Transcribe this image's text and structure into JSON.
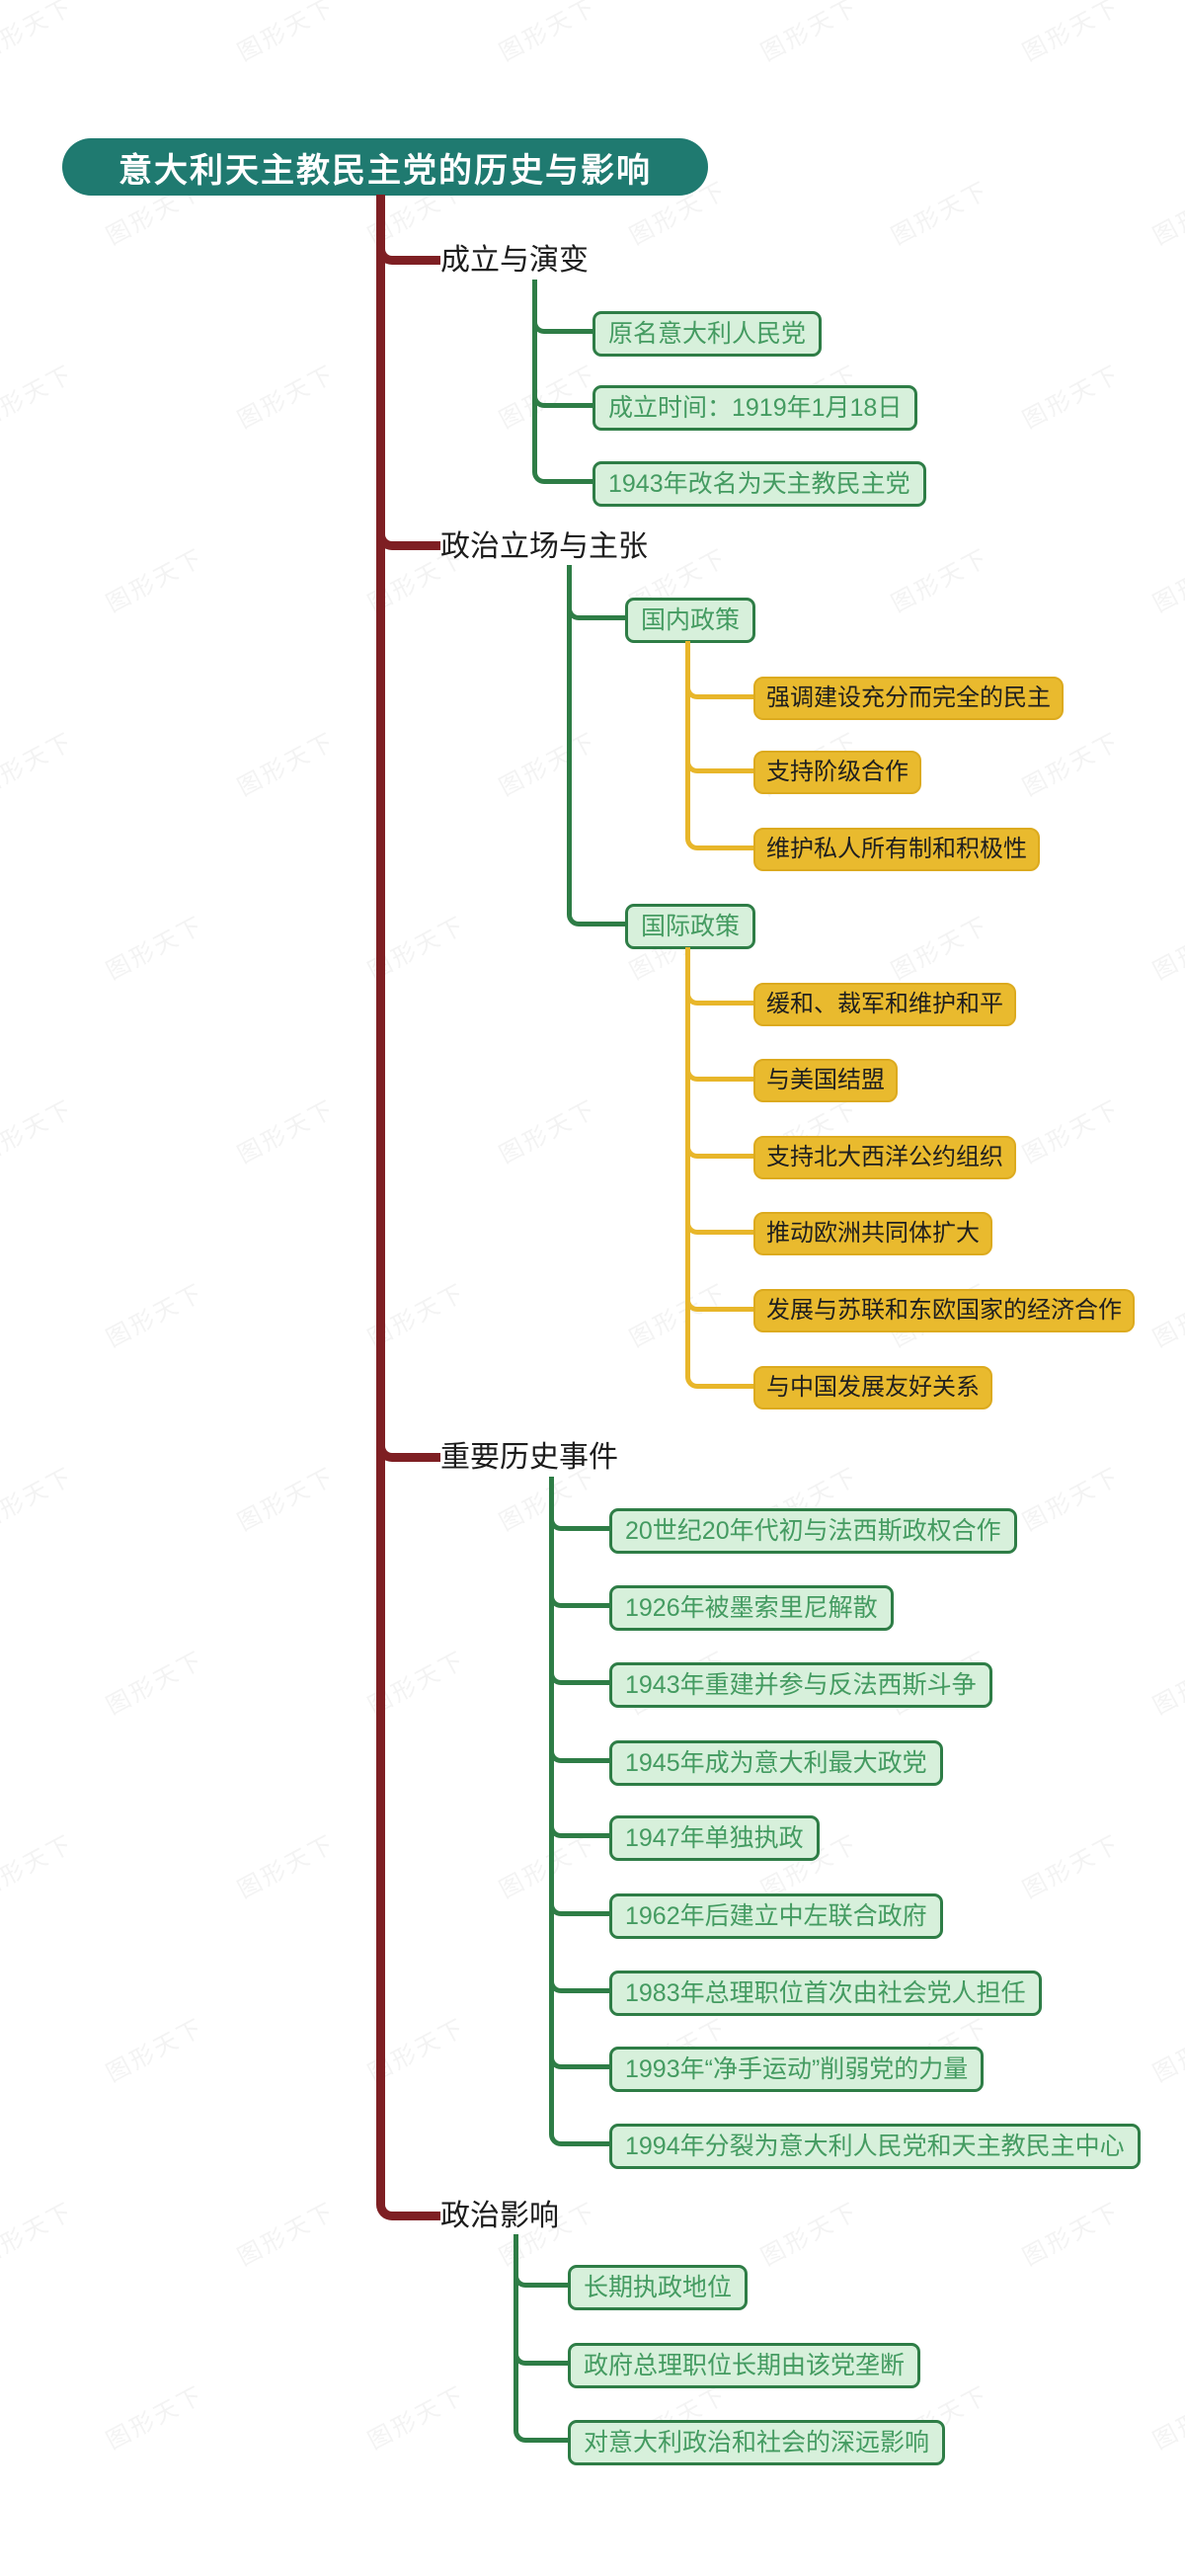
{
  "watermark": {
    "text": "图形天下"
  },
  "root": {
    "label": "意大利天主教民主党的历史与影响"
  },
  "branches": [
    {
      "label": "成立与演变",
      "children": [
        {
          "label": "原名意大利人民党"
        },
        {
          "label": "成立时间：1919年1月18日"
        },
        {
          "label": "1943年改名为天主教民主党"
        }
      ]
    },
    {
      "label": "政治立场与主张",
      "children": [
        {
          "label": "国内政策",
          "children": [
            {
              "label": "强调建设充分而完全的民主"
            },
            {
              "label": "支持阶级合作"
            },
            {
              "label": "维护私人所有制和积极性"
            }
          ]
        },
        {
          "label": "国际政策",
          "children": [
            {
              "label": "缓和、裁军和维护和平"
            },
            {
              "label": "与美国结盟"
            },
            {
              "label": "支持北大西洋公约组织"
            },
            {
              "label": "推动欧洲共同体扩大"
            },
            {
              "label": "发展与苏联和东欧国家的经济合作"
            },
            {
              "label": "与中国发展友好关系"
            }
          ]
        }
      ]
    },
    {
      "label": "重要历史事件",
      "children": [
        {
          "label": "20世纪20年代初与法西斯政权合作"
        },
        {
          "label": "1926年被墨索里尼解散"
        },
        {
          "label": "1943年重建并参与反法西斯斗争"
        },
        {
          "label": "1945年成为意大利最大政党"
        },
        {
          "label": "1947年单独执政"
        },
        {
          "label": "1962年后建立中左联合政府"
        },
        {
          "label": "1983年总理职位首次由社会党人担任"
        },
        {
          "label": "1993年“净手运动”削弱党的力量"
        },
        {
          "label": "1994年分裂为意大利人民党和天主教民主中心"
        }
      ]
    },
    {
      "label": "政治影响",
      "children": [
        {
          "label": "长期执政地位"
        },
        {
          "label": "政府总理职位长期由该党垄断"
        },
        {
          "label": "对意大利政治和社会的深远影响"
        }
      ]
    }
  ],
  "colors": {
    "root_bg": "#1f7a70",
    "trunk": "#7e1f23",
    "green_line": "#2e7d46",
    "green_fill": "#d7f0db",
    "green_text": "#449b61",
    "yellow_line": "#e8b62a",
    "yellow_fill": "#e9ba2e",
    "yellow_text": "#1f1f1f"
  }
}
